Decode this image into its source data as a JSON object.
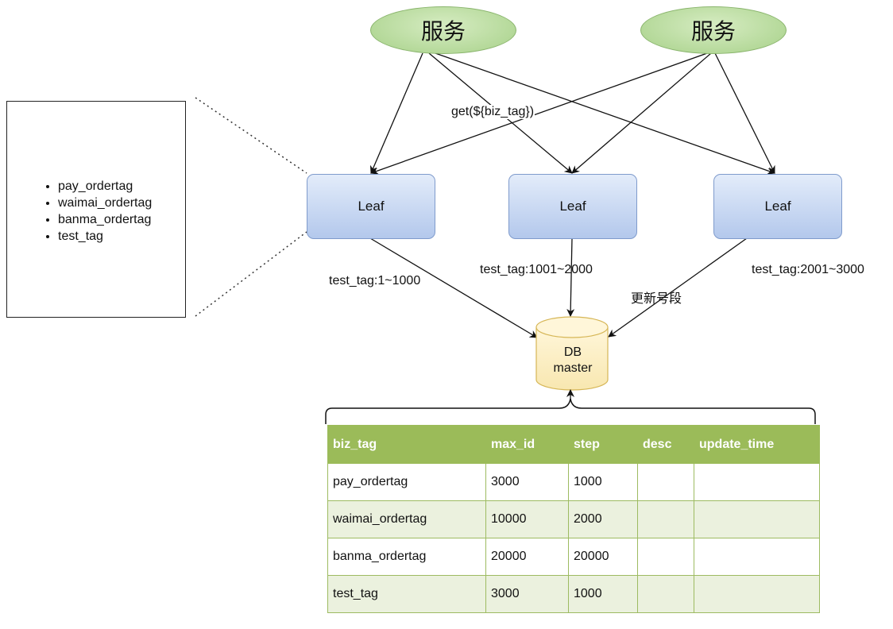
{
  "services": [
    {
      "label": "服务"
    },
    {
      "label": "服务"
    }
  ],
  "call_label": "get(${biz_tag})",
  "leaves": [
    {
      "label": "Leaf",
      "segment": "test_tag:1~1000"
    },
    {
      "label": "Leaf",
      "segment": "test_tag:1001~2000"
    },
    {
      "label": "Leaf",
      "segment": "test_tag:2001~3000"
    }
  ],
  "update_label": "更新号段",
  "db": {
    "line1": "DB",
    "line2": "master"
  },
  "tags": [
    "pay_ordertag",
    "waimai_ordertag",
    "banma_ordertag",
    "test_tag"
  ],
  "table": {
    "headers": [
      "biz_tag",
      "max_id",
      "step",
      "desc",
      "update_time"
    ],
    "rows": [
      [
        "pay_ordertag",
        "3000",
        "1000",
        "",
        ""
      ],
      [
        "waimai_ordertag",
        "10000",
        "2000",
        "",
        ""
      ],
      [
        "banma_ordertag",
        "20000",
        "20000",
        "",
        ""
      ],
      [
        "test_tag",
        "3000",
        "1000",
        "",
        ""
      ]
    ]
  },
  "colors": {
    "service_fill": "#b5d99a",
    "leaf_fill": "#b3c8ec",
    "db_fill": "#fbeec4",
    "table_header": "#9bbb59",
    "table_alt_row": "#ebf1de"
  }
}
